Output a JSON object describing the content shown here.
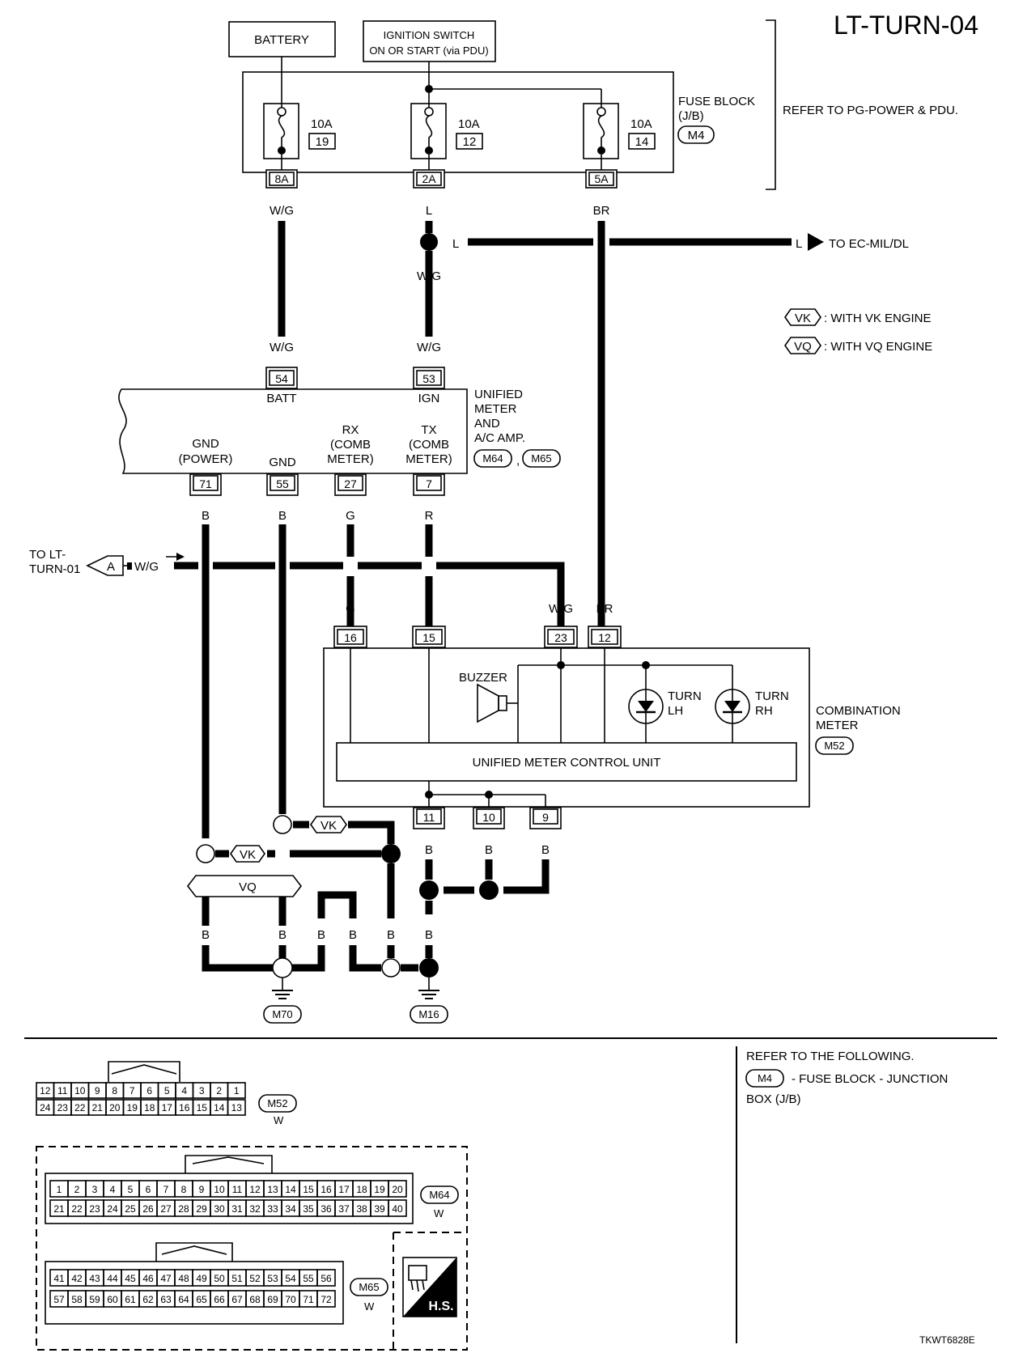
{
  "page": {
    "title": "LT-TURN-04",
    "figure_id": "TKWT6828E"
  },
  "sources": {
    "battery": "BATTERY",
    "ign_line1": "IGNITION SWITCH",
    "ign_line2": "ON OR START (via PDU)"
  },
  "fuse_block": {
    "label_line1": "FUSE BLOCK",
    "label_line2": "(J/B)",
    "connector": "M4",
    "refer": "REFER TO PG-POWER & PDU.",
    "fuses": [
      {
        "amp": "10A",
        "num": "19",
        "terminal": "8A",
        "wire": "W/G"
      },
      {
        "amp": "10A",
        "num": "12",
        "terminal": "2A",
        "wire": "L"
      },
      {
        "amp": "10A",
        "num": "14",
        "terminal": "5A",
        "wire": "BR"
      }
    ]
  },
  "wires": {
    "wg": "W/G",
    "l": "L",
    "br": "BR",
    "b": "B",
    "g": "G",
    "r": "R",
    "to_ec": "TO EC-MIL/DL",
    "to_lt_line1": "TO LT-",
    "to_lt_line2": "TURN-01",
    "conn_a": "A"
  },
  "legend": {
    "vk_tag": "VK",
    "vk_text": ": WITH VK ENGINE",
    "vq_tag": "VQ",
    "vq_text": ": WITH VQ ENGINE"
  },
  "unified_meter": {
    "label": [
      "UNIFIED",
      "METER",
      "AND",
      "A/C AMP."
    ],
    "connectors": [
      "M64",
      "M65"
    ],
    "top_pins": [
      {
        "num": "54",
        "name": "BATT"
      },
      {
        "num": "53",
        "name": "IGN"
      }
    ],
    "bottom_pins": [
      {
        "num": "71",
        "name_l1": "GND",
        "name_l2": "(POWER)"
      },
      {
        "num": "55",
        "name_l1": "",
        "name_l2": "GND"
      },
      {
        "num": "27",
        "name_l1": "RX",
        "name_l2": "(COMB",
        "name_l3": "METER)"
      },
      {
        "num": "7",
        "name_l1": "TX",
        "name_l2": "(COMB",
        "name_l3": "METER)"
      }
    ]
  },
  "combination_meter": {
    "label_line1": "COMBINATION",
    "label_line2": "METER",
    "connector": "M52",
    "top_pins": [
      "16",
      "15",
      "23",
      "12"
    ],
    "bottom_pins": [
      "11",
      "10",
      "9"
    ],
    "buzzer": "BUZZER",
    "turn_lh_1": "TURN",
    "turn_lh_2": "LH",
    "turn_rh_1": "TURN",
    "turn_rh_2": "RH",
    "control_unit": "UNIFIED METER CONTROL UNIT"
  },
  "grounds": [
    "M70",
    "M16"
  ],
  "connector_views": {
    "m52": {
      "id": "M52",
      "color": "W",
      "row1": [
        "12",
        "11",
        "10",
        "9",
        "8",
        "7",
        "6",
        "5",
        "4",
        "3",
        "2",
        "1"
      ],
      "row2": [
        "24",
        "23",
        "22",
        "21",
        "20",
        "19",
        "18",
        "17",
        "16",
        "15",
        "14",
        "13"
      ]
    },
    "m64": {
      "id": "M64",
      "color": "W",
      "row1": [
        "1",
        "2",
        "3",
        "4",
        "5",
        "6",
        "7",
        "8",
        "9",
        "10",
        "11",
        "12",
        "13",
        "14",
        "15",
        "16",
        "17",
        "18",
        "19",
        "20"
      ],
      "row2": [
        "21",
        "22",
        "23",
        "24",
        "25",
        "26",
        "27",
        "28",
        "29",
        "30",
        "31",
        "32",
        "33",
        "34",
        "35",
        "36",
        "37",
        "38",
        "39",
        "40"
      ]
    },
    "m65": {
      "id": "M65",
      "color": "W",
      "row1": [
        "41",
        "42",
        "43",
        "44",
        "45",
        "46",
        "47",
        "48",
        "49",
        "50",
        "51",
        "52",
        "53",
        "54",
        "55",
        "56"
      ],
      "row2": [
        "57",
        "58",
        "59",
        "60",
        "61",
        "62",
        "63",
        "64",
        "65",
        "66",
        "67",
        "68",
        "69",
        "70",
        "71",
        "72"
      ]
    },
    "hs": "H.S."
  },
  "refer": {
    "line1": "REFER TO THE FOLLOWING.",
    "conn": "M4",
    "line2": "- FUSE BLOCK - JUNCTION",
    "line3": "BOX (J/B)"
  },
  "colors": {
    "line": "#000000",
    "background": "#ffffff"
  }
}
